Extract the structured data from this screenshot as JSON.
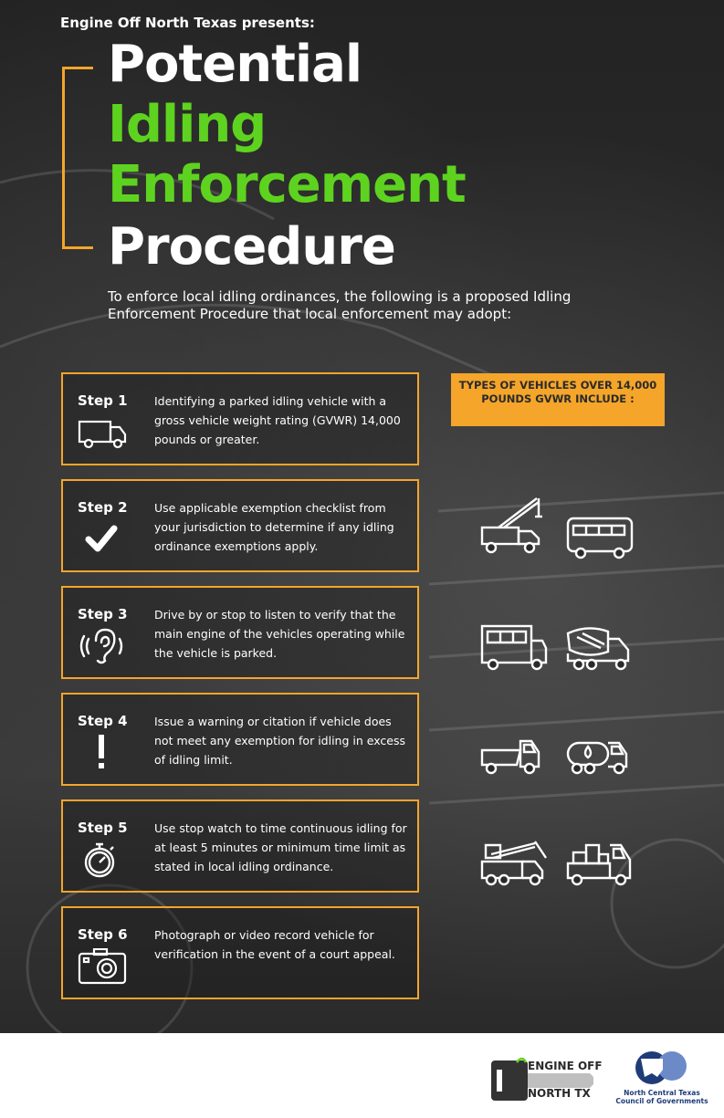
{
  "header": {
    "presents": "Engine Off North Texas presents:",
    "title_line1": "Potential",
    "title_line2": "Idling",
    "title_line3": "Enforcement",
    "title_line4": "Procedure",
    "intro": "To enforce local idling ordinances, the following is a proposed Idling Enforcement Procedure that local enforcement may adopt:"
  },
  "colors": {
    "accent_orange": "#f4a52a",
    "accent_green": "#5ed31f",
    "background_dark": "#2a2a2a"
  },
  "steps": [
    {
      "title": "Step 1",
      "icon": "box-truck-icon",
      "description": "Identifying a parked idling vehicle with a gross vehicle weight rating (GVWR) 14,000 pounds or greater."
    },
    {
      "title": "Step 2",
      "icon": "checkmark-icon",
      "description": "Use applicable exemption checklist from your jurisdiction to determine if any idling ordinance exemptions apply."
    },
    {
      "title": "Step 3",
      "icon": "ear-icon",
      "description": "Drive by or stop to listen to verify that the main engine of the vehicles operating while the vehicle is parked."
    },
    {
      "title": "Step 4",
      "icon": "exclamation-icon",
      "description": "Issue a warning or citation if vehicle does not meet any exemption for idling in excess of idling limit."
    },
    {
      "title": "Step 5",
      "icon": "stopwatch-icon",
      "description": "Use stop watch to time continuous idling for at least 5 minutes or minimum time limit as stated in local idling ordinance."
    },
    {
      "title": "Step 6",
      "icon": "camera-icon",
      "description": "Photograph or video record vehicle for verification in the event of a court appeal."
    }
  ],
  "vehicle_types": {
    "heading": "TYPES OF VEHICLES OVER 14,000 POUNDS GVWR INCLUDE :",
    "icons": [
      "crane-truck-icon",
      "bus-icon",
      "school-bus-icon",
      "cement-mixer-icon",
      "dump-truck-icon",
      "tanker-truck-icon",
      "bucket-truck-icon",
      "delivery-truck-icon"
    ]
  },
  "footer": {
    "engine_off_line1": "ENGINE OFF",
    "engine_off_line2": "NORTH TX",
    "nctcog": "North Central Texas Council of Governments"
  }
}
